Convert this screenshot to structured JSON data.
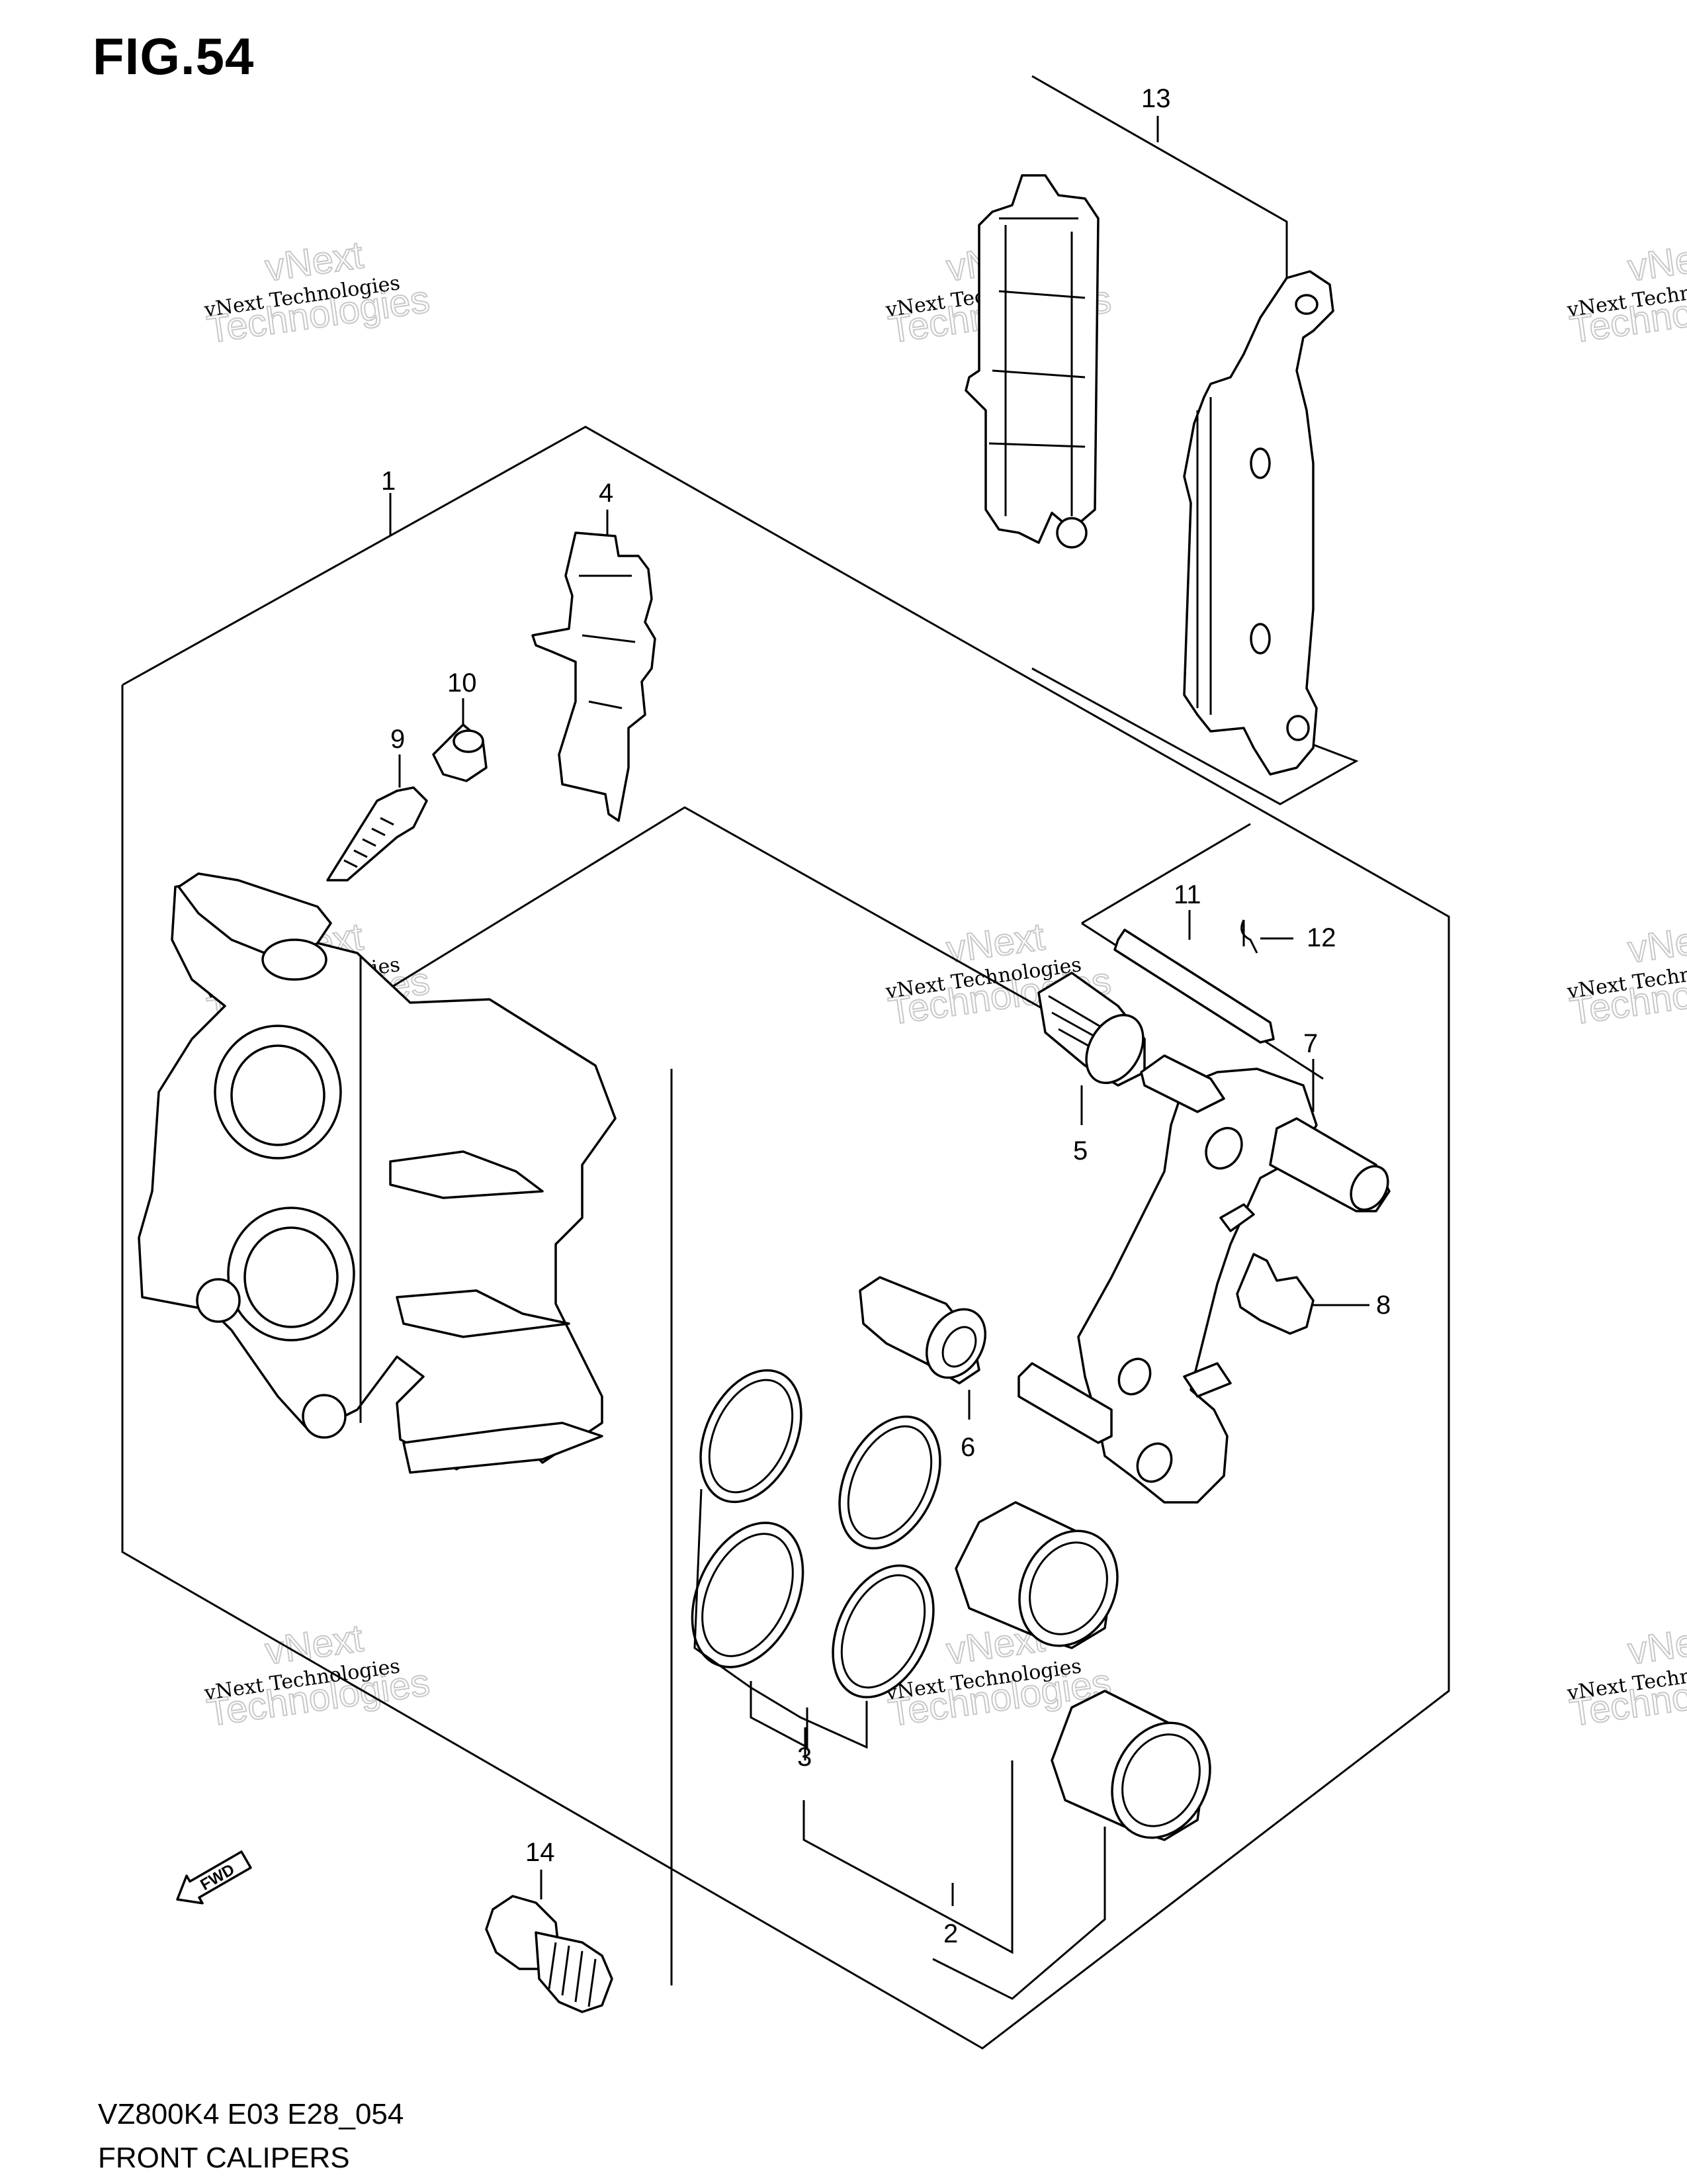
{
  "figure": {
    "title": "FIG.54",
    "code": "VZ800K4 E03 E28_054",
    "name": "FRONT CALIPERS"
  },
  "callouts": {
    "c1": "1",
    "c2": "2",
    "c3": "3",
    "c4": "4",
    "c5": "5",
    "c6": "6",
    "c7": "7",
    "c8": "8",
    "c9": "9",
    "c10": "10",
    "c11": "11",
    "c12": "12",
    "c13": "13",
    "c14": "14"
  },
  "direction_badge": "FWD",
  "watermark": {
    "line_small": "vNext Technologies",
    "line_big_1": "vNext",
    "line_big_2": "Technologies"
  }
}
